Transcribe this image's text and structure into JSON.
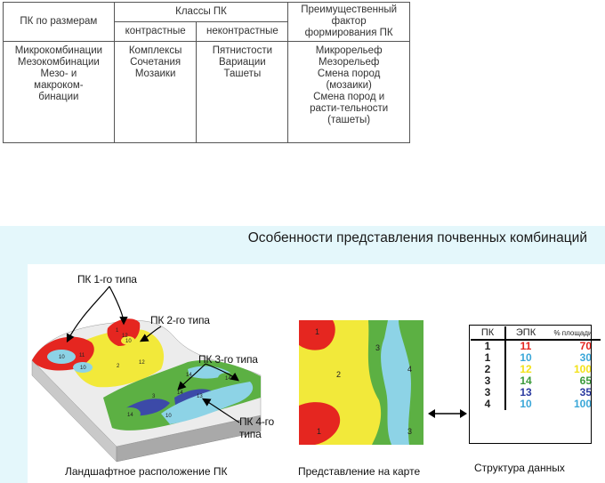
{
  "table": {
    "h_size": "ПК по размерам",
    "h_classes": "Классы ПК",
    "h_contrast": "контрастные",
    "h_noncontrast": "неконтрастные",
    "h_factor": "Преимущественный\nфактор\nформирования ПК",
    "c_size": "Микрокомбинации\nМезокомбинации\nМезо- и\nмакроком-\nбинации",
    "c_contrast": "Комплексы\nСочетания\nМозаики",
    "c_noncontrast": "Пятнистости\nВариации\nТашеты",
    "c_factor": "Микрорельеф\nМезорельеф\nСмена пород\n(мозаики)\nСмена пород и\nрасти-тельности\n(ташеты)"
  },
  "slide": {
    "title": "Особенности представления почвенных комбинаций",
    "labels": {
      "pk1": "ПК 1-го типа",
      "pk2": "ПК 2-го типа",
      "pk3": "ПК 3-го типа",
      "pk4": "ПК 4-го\nтипа"
    },
    "captions": {
      "landscape": "Ландшафтное расположение ПК",
      "map": "Представление на карте",
      "structure": "Структура данных"
    },
    "landscape_numbers": [
      "10",
      "11",
      "10",
      "1",
      "12",
      "10",
      "2",
      "12",
      "14",
      "3",
      "14",
      "14",
      "10",
      "13",
      "14"
    ],
    "map_numbers": [
      "1",
      "2",
      "3",
      "4",
      "1",
      "3"
    ],
    "data_table": {
      "headers": [
        "ПК",
        "ЭПК",
        "% площади"
      ],
      "rows": [
        {
          "pk": "1",
          "epk": "11",
          "area": "70",
          "epk_color": "#e52620",
          "area_color": "#e52620"
        },
        {
          "pk": "1",
          "epk": "10",
          "area": "30",
          "epk_color": "#3aa7d8",
          "area_color": "#3aa7d8"
        },
        {
          "pk": "2",
          "epk": "12",
          "area": "100",
          "epk_color": "#f2e21a",
          "area_color": "#f2e21a"
        },
        {
          "pk": "3",
          "epk": "14",
          "area": "65",
          "epk_color": "#3a9a3a",
          "area_color": "#3a9a3a"
        },
        {
          "pk": "3",
          "epk": "13",
          "area": "35",
          "epk_color": "#2a3aa0",
          "area_color": "#2a3aa0"
        },
        {
          "pk": "4",
          "epk": "10",
          "area": "100",
          "epk_color": "#3aa7d8",
          "area_color": "#3aa7d8"
        }
      ]
    },
    "colors": {
      "red": "#e52620",
      "yellow": "#f2e93a",
      "green": "#5cb043",
      "cyan": "#8dd3e6",
      "blue": "#3c4aa8",
      "background": "#e4f7fb"
    }
  }
}
